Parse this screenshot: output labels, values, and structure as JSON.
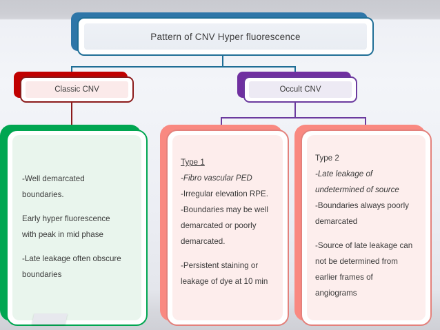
{
  "slide": {
    "title_box": {
      "label": "Pattern of CNV Hyper fluorescence"
    },
    "branches": [
      {
        "label": "Classic CNV"
      },
      {
        "label": "Occult CNV"
      }
    ],
    "details": [
      {
        "id": "classic-detail",
        "heading": "",
        "lines": [
          {
            "text": "-Well demarcated",
            "style": "normal",
            "gap": false
          },
          {
            "text": "boundaries.",
            "style": "normal",
            "gap": false
          },
          {
            "text": "Early hyper fluorescence",
            "style": "normal",
            "gap": true
          },
          {
            "text": "with peak in mid phase",
            "style": "normal",
            "gap": false
          },
          {
            "text": "-Late leakage often obscure",
            "style": "normal",
            "gap": true
          },
          {
            "text": "boundaries",
            "style": "normal",
            "gap": false
          }
        ]
      },
      {
        "id": "occult-type-1",
        "heading": "Type 1",
        "heading_style": "underline",
        "lines": [
          {
            "text": "-Fibro vascular PED",
            "style": "italic",
            "gap": false
          },
          {
            "text": "-Irregular elevation RPE.",
            "style": "normal",
            "gap": false
          },
          {
            "text": "-Boundaries may be well",
            "style": "normal",
            "gap": false
          },
          {
            "text": "demarcated or poorly",
            "style": "normal",
            "gap": false
          },
          {
            "text": "demarcated.",
            "style": "normal",
            "gap": false
          },
          {
            "text": "-Persistent staining or",
            "style": "normal",
            "gap": true
          },
          {
            "text": "leakage of dye at 10 min",
            "style": "normal",
            "gap": false
          }
        ]
      },
      {
        "id": "occult-type-2",
        "heading": "Type 2",
        "heading_style": "normal",
        "lines": [
          {
            "text": "-Late leakage of",
            "style": "italic",
            "gap": false
          },
          {
            "text": "undetermined of source",
            "style": "italic",
            "gap": false
          },
          {
            "text": "-Boundaries always poorly",
            "style": "normal",
            "gap": false
          },
          {
            "text": "demarcated",
            "style": "normal",
            "gap": false
          },
          {
            "text": "-Source of late leakage can",
            "style": "normal",
            "gap": true
          },
          {
            "text": "not be determined from",
            "style": "normal",
            "gap": false
          },
          {
            "text": "earlier frames of",
            "style": "normal",
            "gap": false
          },
          {
            "text": "angiograms",
            "style": "normal",
            "gap": false
          }
        ]
      }
    ],
    "colors": {
      "title_accent": "#2e76a8",
      "title_border": "#1f6e96",
      "classic_accent": "#c00000",
      "classic_border": "#8b1a1a",
      "occult_accent": "#7030a0",
      "occult_border": "#6b3a9e",
      "green_accent": "#00a651",
      "pink_accent": "#f98981",
      "connector_top": "#1f6e96",
      "connector_left": "#8b1a1a",
      "connector_right": "#6b3a9e"
    }
  }
}
